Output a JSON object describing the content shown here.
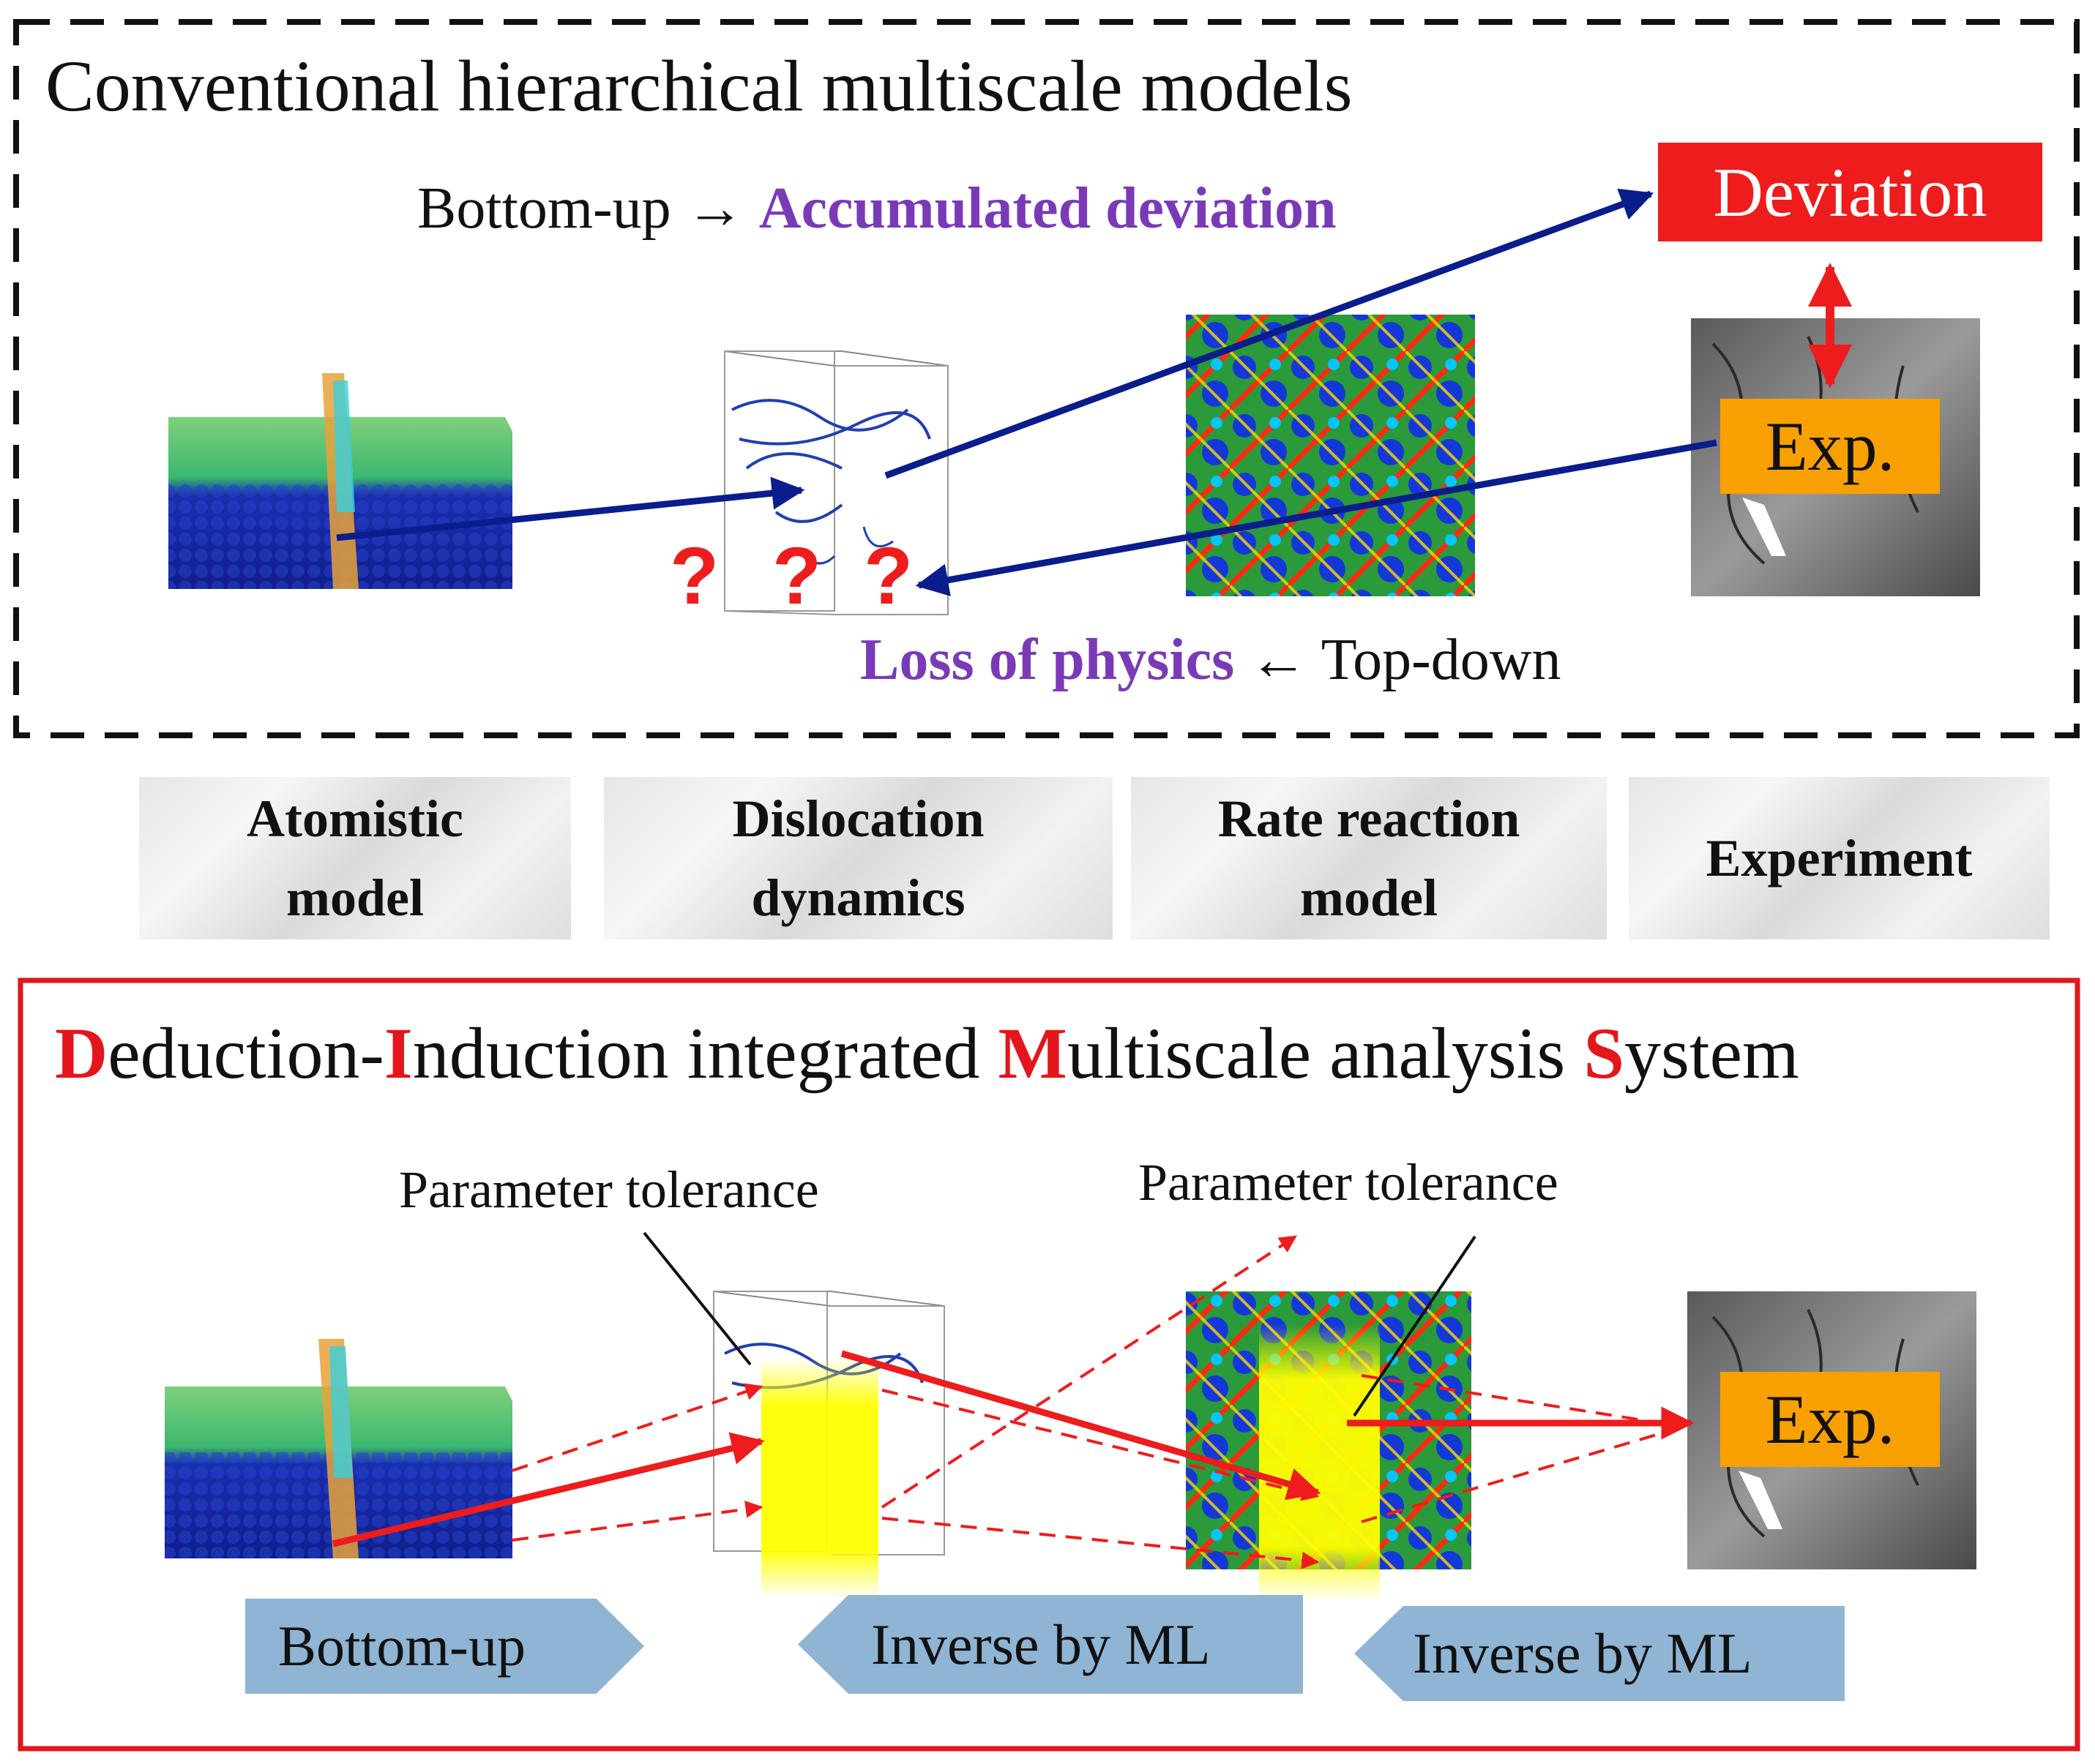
{
  "top_panel": {
    "title": "Conventional hierarchical multiscale models",
    "bottom_up_prefix": "Bottom-up → ",
    "bottom_up_highlight": "Accumulated deviation",
    "top_down_highlight": "Loss of physics",
    "top_down_suffix": " ← Top-down",
    "deviation_label": "Deviation",
    "exp_label": "Exp.",
    "question_marks": [
      "?",
      "?",
      "?"
    ]
  },
  "model_labels": [
    "Atomistic\nmodel",
    "Dislocation\ndynamics",
    "Rate reaction\nmodel",
    "Experiment"
  ],
  "bottom_panel": {
    "title_parts": [
      {
        "text": "D",
        "red": true
      },
      {
        "text": "eduction-",
        "red": false
      },
      {
        "text": "I",
        "red": true
      },
      {
        "text": "nduction integrated ",
        "red": false
      },
      {
        "text": "M",
        "red": true
      },
      {
        "text": "ultiscale analysis ",
        "red": false
      },
      {
        "text": "S",
        "red": true
      },
      {
        "text": "ystem",
        "red": false
      }
    ],
    "param_tolerance_1": "Parameter tolerance",
    "param_tolerance_2": "Parameter tolerance",
    "exp_label": "Exp.",
    "chevrons": [
      "Bottom-up",
      "Inverse by ML",
      "Inverse by ML"
    ]
  },
  "colors": {
    "dashed_border": "#111111",
    "red_border": "#e3161b",
    "navy_arrow": "#0a1d8c",
    "red_arrow": "#ee1c1c",
    "purple_text": "#7a3ab8",
    "orange_box": "#f7a000",
    "chevron_fill": "#8fb4d4",
    "tolerance_yellow": "#ffff00"
  }
}
